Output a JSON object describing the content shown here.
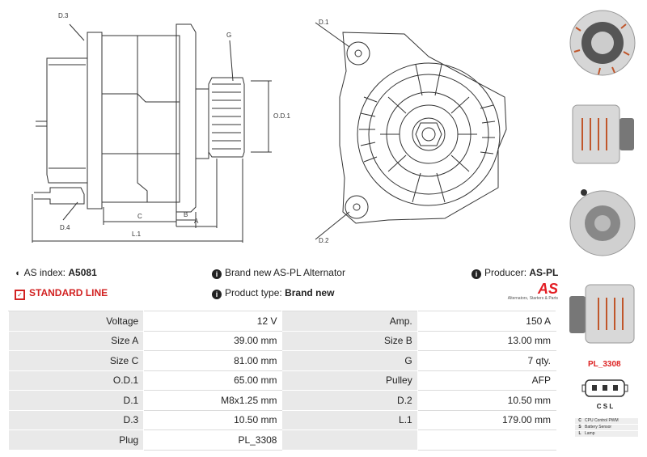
{
  "drawing_labels": {
    "d3": "D.3",
    "d4": "D.4",
    "g": "G",
    "od1": "O.D.1",
    "c": "C",
    "b": "B",
    "a": "A",
    "l1": "L.1",
    "d1": "D.1",
    "d2": "D.2"
  },
  "info": {
    "as_index_label": "AS index:",
    "as_index_value": "A5081",
    "line": "STANDARD LINE",
    "brand_text": "Brand new AS-PL Alternator",
    "product_type_label": "Product type:",
    "product_type_value": "Brand new",
    "producer_label": "Producer:",
    "producer_value": "AS-PL"
  },
  "logo": {
    "mark": "AS",
    "tagline": "Alternators, Starters & Parts",
    "color": "#e31e24"
  },
  "specs": [
    {
      "k1": "Voltage",
      "v1": "12 V",
      "k2": "Amp.",
      "v2": "150 A"
    },
    {
      "k1": "Size A",
      "v1": "39.00 mm",
      "k2": "Size B",
      "v2": "13.00 mm"
    },
    {
      "k1": "Size C",
      "v1": "81.00 mm",
      "k2": "G",
      "v2": "7 qty."
    },
    {
      "k1": "O.D.1",
      "v1": "65.00 mm",
      "k2": "Pulley",
      "v2": "AFP"
    },
    {
      "k1": "D.1",
      "v1": "M8x1.25 mm",
      "k2": "D.2",
      "v2": "10.50 mm"
    },
    {
      "k1": "D.3",
      "v1": "10.50 mm",
      "k2": "L.1",
      "v2": "179.00 mm"
    },
    {
      "k1": "Plug",
      "v1": "PL_3308",
      "k2": "",
      "v2": ""
    }
  ],
  "plug": {
    "ref": "PL_3308",
    "pins": "C S L",
    "legend": [
      {
        "code": "C",
        "desc": "CPU Control PWM"
      },
      {
        "code": "S",
        "desc": "Battery Sensor"
      },
      {
        "code": "L",
        "desc": "Lamp"
      }
    ]
  },
  "accent_red": "#d22222"
}
